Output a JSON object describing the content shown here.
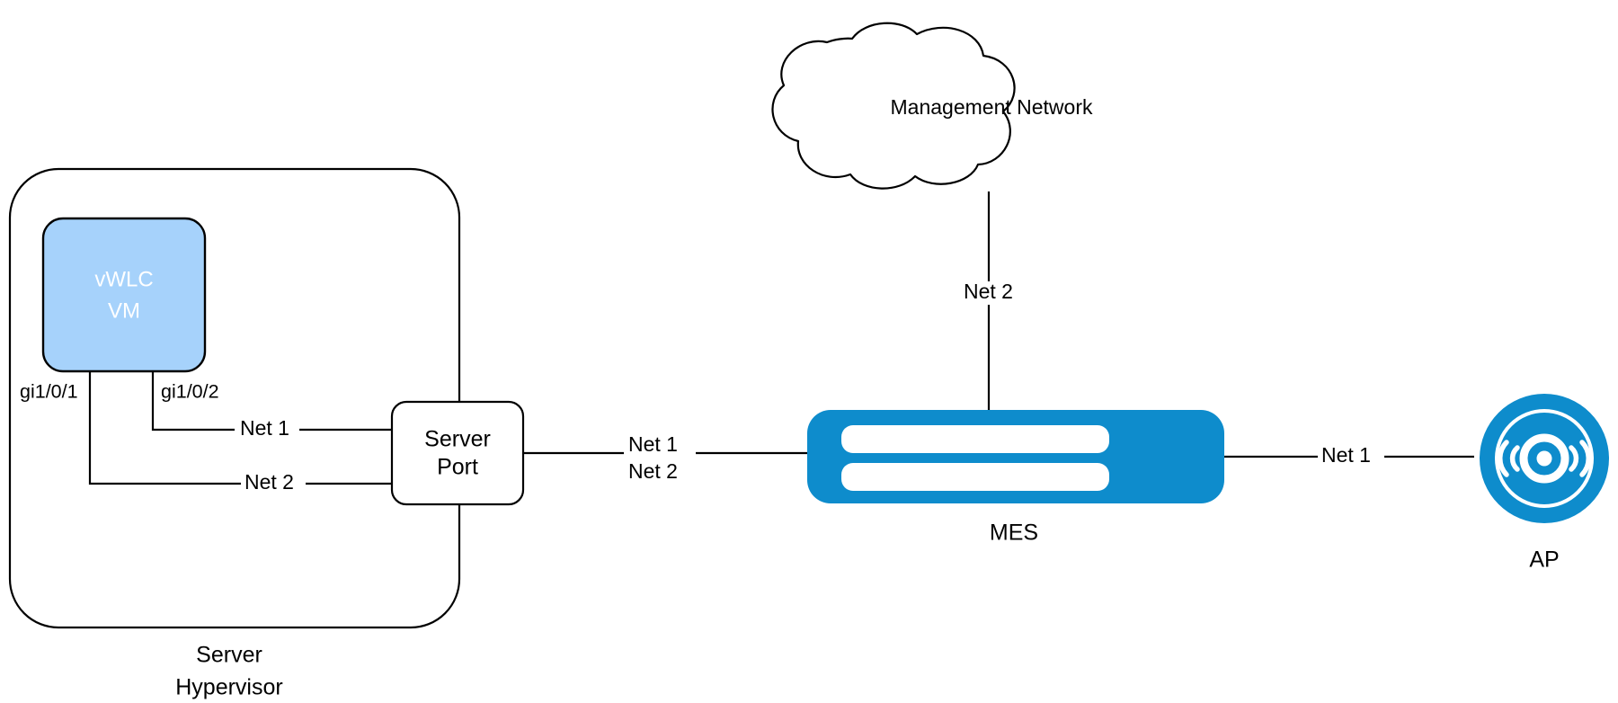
{
  "diagram": {
    "title": "vWLC Server Hypervisor to MES and AP network topology",
    "background": "#ffffff",
    "colors": {
      "accent_blue": "#0e8ccc",
      "vm_fill": "#a6d2fb",
      "line": "#000000",
      "white": "#ffffff"
    }
  },
  "nodes": {
    "server_hypervisor": {
      "label_line1": "Server",
      "label_line2": "Hypervisor",
      "shape": "rounded-rectangle"
    },
    "vwlc_vm": {
      "label_line1": "vWLC",
      "label_line2": "VM",
      "shape": "rounded-rectangle",
      "fill": "#a6d2fb"
    },
    "server_port": {
      "label_line1": "Server",
      "label_line2": "Port",
      "shape": "rounded-rectangle"
    },
    "management_network": {
      "label": "Management Network",
      "shape": "cloud"
    },
    "mes": {
      "label": "MES",
      "shape": "switch-icon",
      "fill": "#0e8ccc"
    },
    "ap": {
      "label": "AP",
      "shape": "access-point-icon",
      "fill": "#0e8ccc"
    }
  },
  "edge_labels": {
    "gi1_0_1": "gi1/0/1",
    "gi1_0_2": "gi1/0/2",
    "vm_net1": "Net 1",
    "vm_net2": "Net 2",
    "port_to_mes_net1": "Net 1",
    "port_to_mes_net2": "Net 2",
    "cloud_to_mes_net2": "Net 2",
    "mes_to_ap_net1": "Net 1"
  }
}
